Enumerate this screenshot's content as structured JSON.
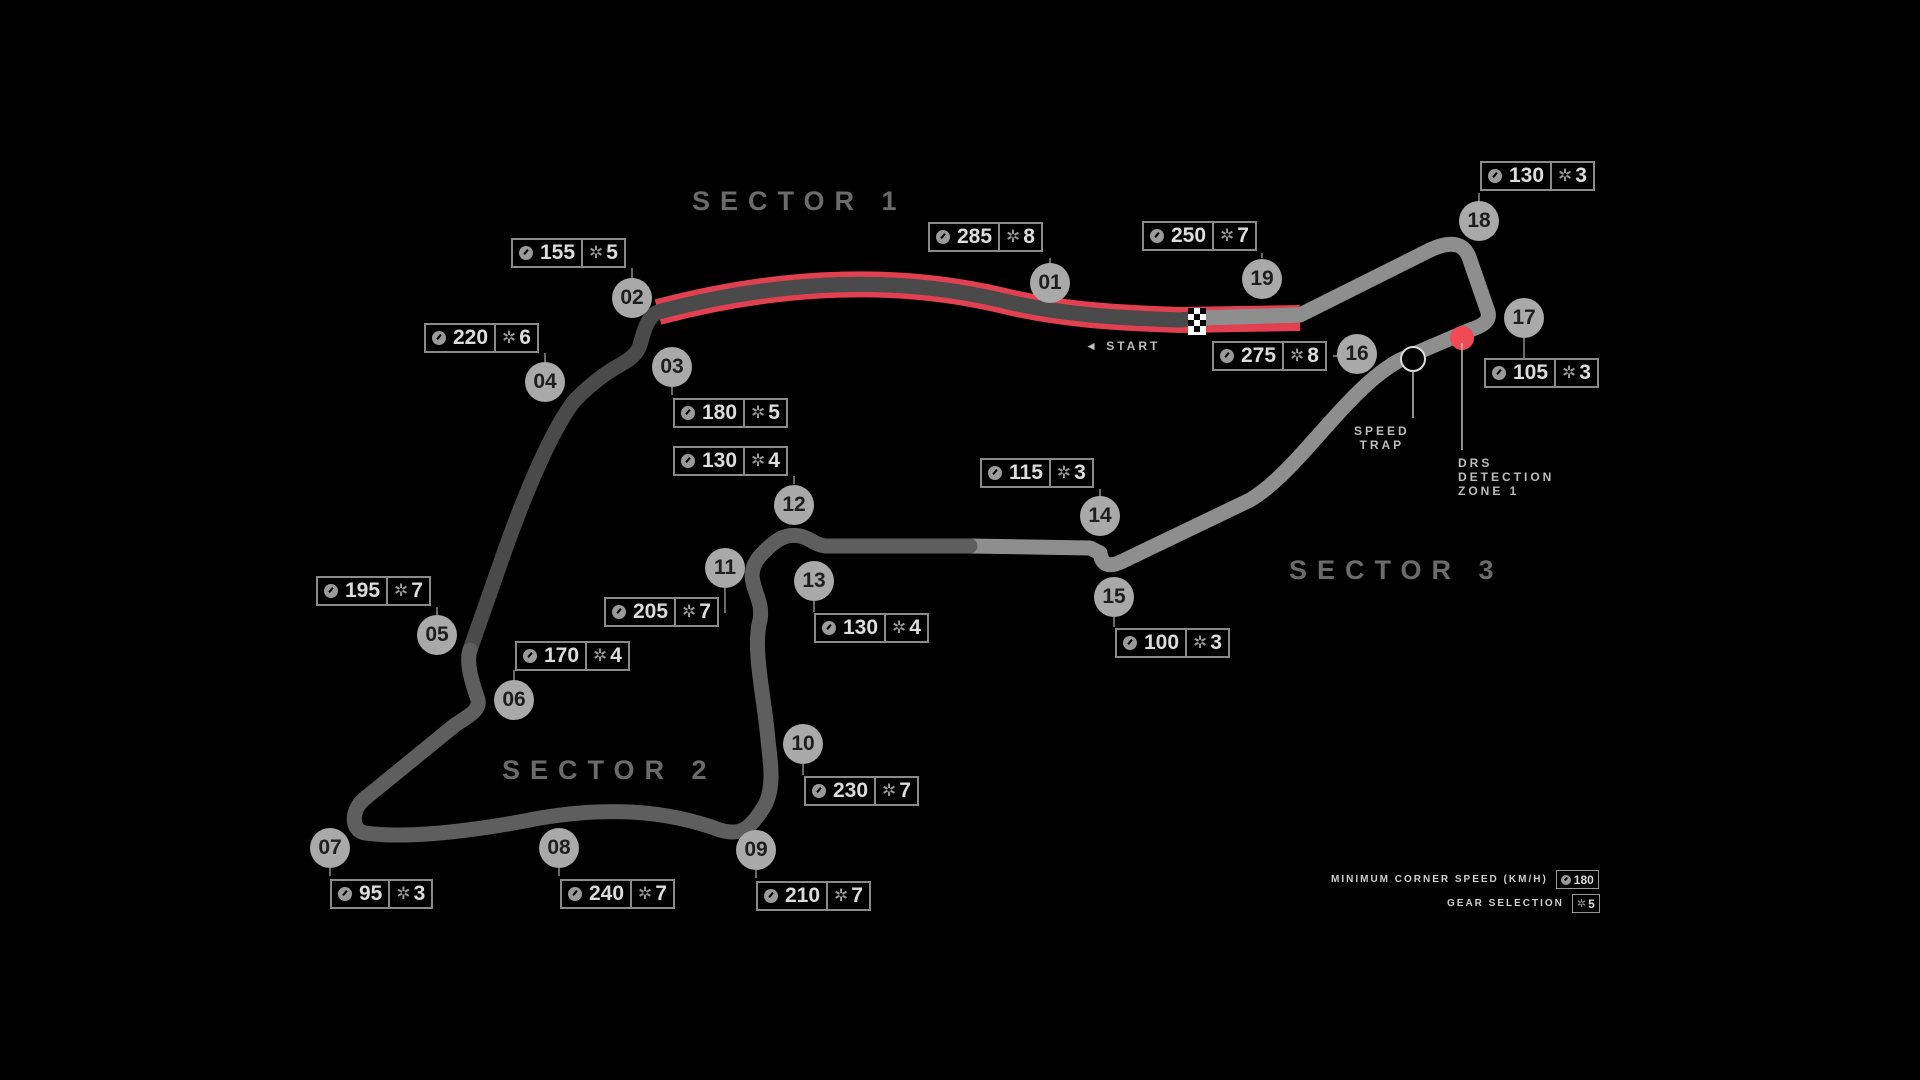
{
  "sectors": {
    "s1": "SECTOR 1",
    "s2": "SECTOR 2",
    "s3": "SECTOR 3"
  },
  "corners": [
    {
      "id": "01",
      "speed": "285",
      "gear": "8"
    },
    {
      "id": "02",
      "speed": "155",
      "gear": "5"
    },
    {
      "id": "03",
      "speed": "180",
      "gear": "5"
    },
    {
      "id": "04",
      "speed": "220",
      "gear": "6"
    },
    {
      "id": "05",
      "speed": "195",
      "gear": "7"
    },
    {
      "id": "06",
      "speed": "170",
      "gear": "4"
    },
    {
      "id": "07",
      "speed": "95",
      "gear": "3"
    },
    {
      "id": "08",
      "speed": "240",
      "gear": "7"
    },
    {
      "id": "09",
      "speed": "210",
      "gear": "7"
    },
    {
      "id": "10",
      "speed": "230",
      "gear": "7"
    },
    {
      "id": "11",
      "speed": "205",
      "gear": "7"
    },
    {
      "id": "12",
      "speed": "130",
      "gear": "4"
    },
    {
      "id": "13",
      "speed": "130",
      "gear": "4"
    },
    {
      "id": "14",
      "speed": "115",
      "gear": "3"
    },
    {
      "id": "15",
      "speed": "100",
      "gear": "3"
    },
    {
      "id": "16",
      "speed": "275",
      "gear": "8"
    },
    {
      "id": "17",
      "speed": "105",
      "gear": "3"
    },
    {
      "id": "18",
      "speed": "130",
      "gear": "3"
    },
    {
      "id": "19",
      "speed": "250",
      "gear": "7"
    }
  ],
  "markers": {
    "start": "START",
    "speed_trap": "SPEED\nTRAP",
    "drs": "DRS\nDETECTION\nZONE 1"
  },
  "legend": {
    "speed_label": "MINIMUM CORNER SPEED (KM/H)",
    "speed_value": "180",
    "gear_label": "GEAR SELECTION",
    "gear_value": "5"
  },
  "colors": {
    "background": "#000000",
    "sector1_track": "#4a4a4a",
    "sector2_track": "#5e5e5e",
    "sector3_track": "#8e8e8e",
    "drs_zone": "#e0404f",
    "drs_dot": "#ef4a55",
    "badge": "#a9a9a9"
  },
  "icons": {
    "speed": "gauge-icon",
    "gear": "gear-icon",
    "start": "checkered-flag-icon"
  }
}
